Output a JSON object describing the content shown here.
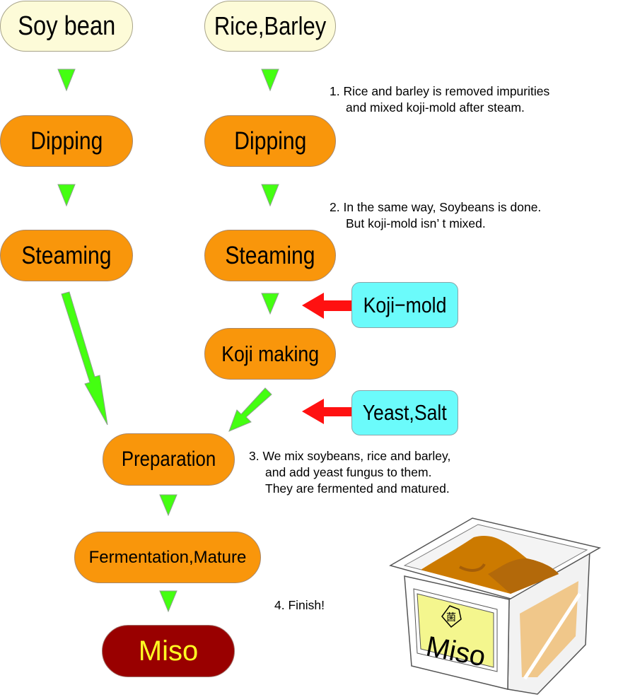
{
  "colors": {
    "input_node": "#fdfbd8",
    "process_node": "#f9960b",
    "additive_node": "#6bfbfb",
    "final_node": "#990000",
    "final_text": "#ffff22",
    "flow_arrow": "#44ff11",
    "additive_arrow": "#ff1111"
  },
  "nodes": {
    "soy_bean": "Soy bean",
    "rice_barley": "Rice,Barley",
    "dipping_left": "Dipping",
    "dipping_right": "Dipping",
    "steaming_left": "Steaming",
    "steaming_right": "Steaming",
    "koji_mold": "Koji−mold",
    "koji_making": "Koji making",
    "yeast_salt": "Yeast,Salt",
    "preparation": "Preparation",
    "fermentation": "Fermentation,Mature",
    "miso": "Miso"
  },
  "notes": {
    "note1": {
      "line1": "1. Rice and barley is removed impurities",
      "line2": "and mixed koji-mold after steam."
    },
    "note2": {
      "line1": "2. In the same way, Soybeans is done.",
      "line2": "But koji-mold isn’ t mixed."
    },
    "note3": {
      "line1": "3. We mix soybeans, rice and barley,",
      "line2": "and add yeast fungus to them.",
      "line3": "They are fermented and matured."
    },
    "note4": {
      "line1": "4. Finish!"
    }
  },
  "illustration": {
    "label": "Miso",
    "emblem": "菌"
  }
}
